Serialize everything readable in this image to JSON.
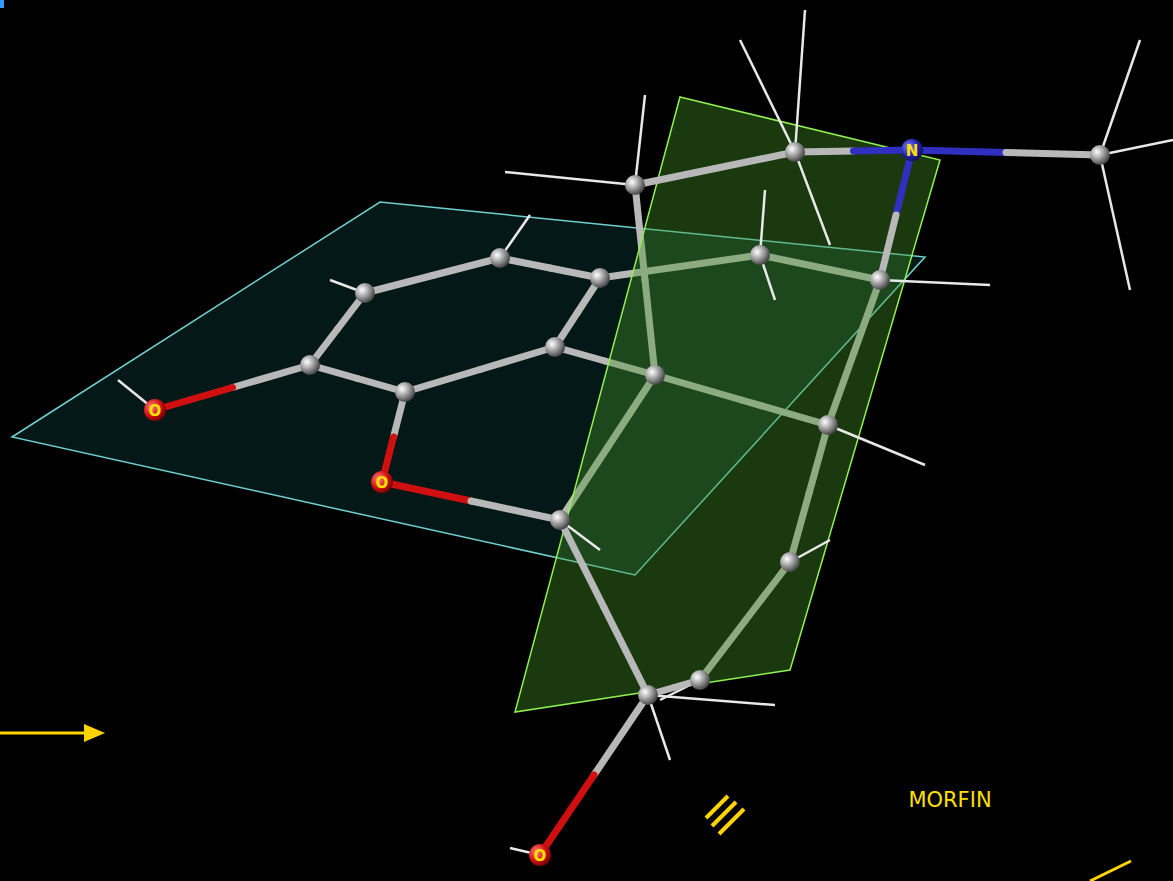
{
  "diagram": {
    "labels": [
      "O",
      "O",
      "N",
      "MORFIN",
      "O"
    ]
  }
}
